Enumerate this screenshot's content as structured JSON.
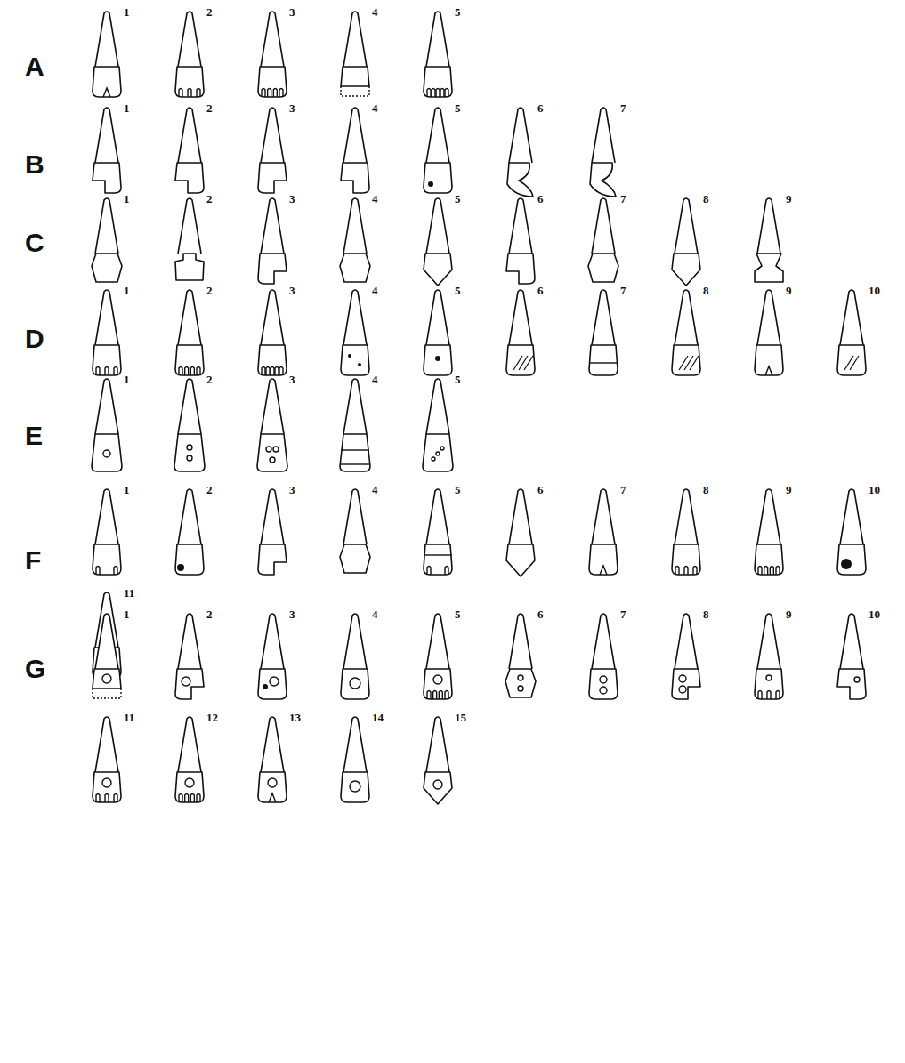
{
  "diagram": {
    "labels": [
      "A",
      "1",
      "2",
      "3",
      "4",
      "5",
      "B",
      "1",
      "2",
      "3",
      "4",
      "5",
      "6",
      "7",
      "C",
      "1",
      "2",
      "3",
      "4",
      "5",
      "6",
      "7",
      "8",
      "9",
      "D",
      "1",
      "2",
      "3",
      "4",
      "5",
      "6",
      "7",
      "8",
      "9",
      "10",
      "E",
      "1",
      "2",
      "3",
      "4",
      "5",
      "F",
      "1",
      "2",
      "3",
      "4",
      "5",
      "6",
      "7",
      "8",
      "9",
      "10",
      "11",
      "G",
      "1",
      "2",
      "3",
      "4",
      "5",
      "6",
      "7",
      "8",
      "9",
      "10",
      "11",
      "12",
      "13",
      "14",
      "15"
    ]
  }
}
